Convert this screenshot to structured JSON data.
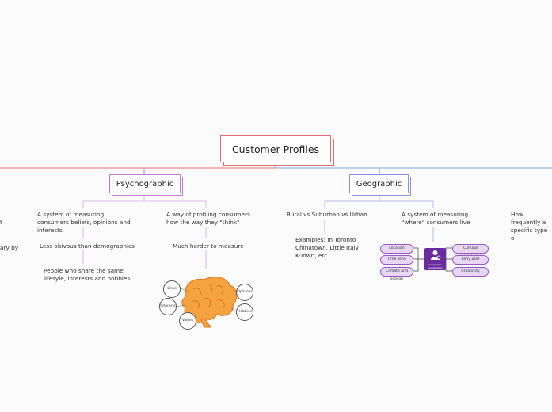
{
  "root": {
    "title": "Customer Profiles"
  },
  "psychographic": {
    "title": "Psychographic",
    "definition": "A system of measuring consumers beliefs, opinions and interests",
    "note_obvious": "Less obivous than demographics",
    "note_people": "People who share the same lifesyle, interests and hobbies",
    "profiling": "A way of profiling consumers how the way they \"think\"",
    "harder": "Much harder to measure",
    "brain_labels": [
      "Links",
      "Interests",
      "Values",
      "Opinions",
      "Hobbies"
    ]
  },
  "geographic": {
    "title": "Geographic",
    "rural": "Rural vs Suburban vs Urban",
    "examples": "Examples: In Toronto Chinatown, Little Italy K-Town, etc. . .",
    "system": "A system of measuring \"where\" consumers live",
    "left_pills": [
      "Location",
      "Time zone",
      "Climate and season"
    ],
    "right_pills": [
      "Cultural preferences",
      "Early user",
      "Urbanicity"
    ],
    "center_label": "Geographic segmentation"
  },
  "right_partial": {
    "text": "How frequently a specific type o"
  },
  "left_partial": {
    "text_1": "t",
    "text_2": "ary by"
  },
  "colors": {
    "line_red": "#e07070",
    "line_purple": "#c47bd6",
    "line_blue": "#7fa8e0",
    "brain_orange": "#f4a340",
    "tile_purple": "#6a2ca0"
  }
}
